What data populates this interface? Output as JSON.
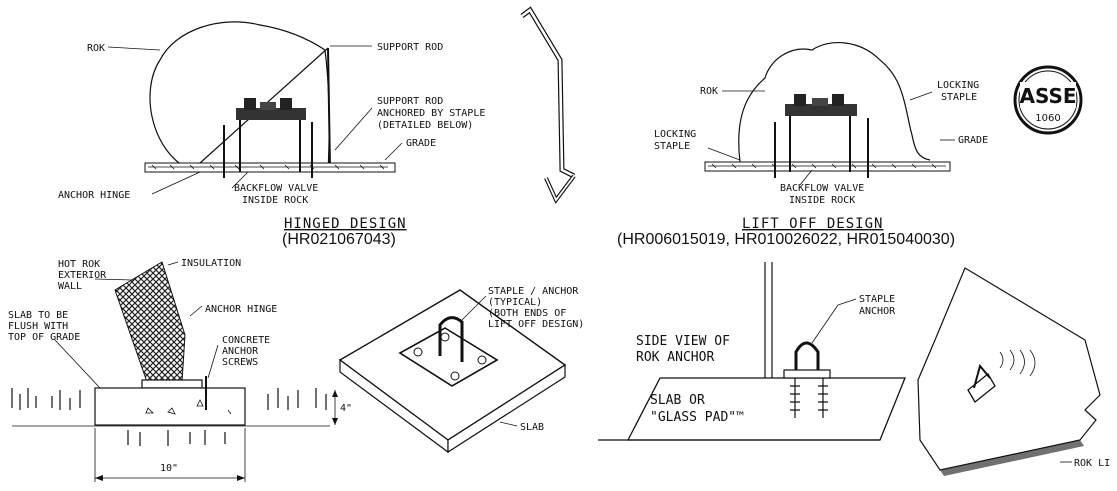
{
  "hinged": {
    "rok": "ROK",
    "support_rod": "SUPPORT ROD",
    "support_rod_anchored_1": "SUPPORT ROD",
    "support_rod_anchored_2": "ANCHORED BY STAPLE",
    "support_rod_anchored_3": "(DETAILED BELOW)",
    "grade": "GRADE",
    "anchor_hinge": "ANCHOR HINGE",
    "backflow_1": "BACKFLOW VALVE",
    "backflow_2": "INSIDE ROCK",
    "title": "HINGED DESIGN",
    "code": "(HR021067043)"
  },
  "liftoff": {
    "rok": "ROK",
    "locking_staple_right_1": "LOCKING",
    "locking_staple_right_2": "STAPLE",
    "locking_staple_left_1": "LOCKING",
    "locking_staple_left_2": "STAPLE",
    "grade": "GRADE",
    "backflow_1": "BACKFLOW VALVE",
    "backflow_2": "INSIDE ROCK",
    "title": "LIFT OFF DESIGN",
    "code": "(HR006015019, HR010026022, HR015040030)"
  },
  "logo": {
    "text": "ASSE",
    "number": "1060"
  },
  "hinge_detail": {
    "exterior_1": "HOT ROK",
    "exterior_2": "EXTERIOR",
    "exterior_3": "WALL",
    "insulation": "INSULATION",
    "anchor_hinge": "ANCHOR HINGE",
    "slab_1": "SLAB TO BE",
    "slab_2": "FLUSH WITH",
    "slab_3": "TOP OF GRADE",
    "concrete_1": "CONCRETE",
    "concrete_2": "ANCHOR",
    "concrete_3": "SCREWS",
    "depth": "4\"",
    "width": "10\""
  },
  "staple_detail": {
    "label_1": "STAPLE / ANCHOR",
    "label_2": "(TYPICAL)",
    "label_3": "(BOTH ENDS OF",
    "label_4": "LIFT OFF DESIGN)",
    "slab": "SLAB"
  },
  "side_view": {
    "title_1": "SIDE VIEW OF",
    "title_2": "ROK ANCHOR",
    "staple_1": "STAPLE",
    "staple_2": "ANCHOR",
    "slab_1": "SLAB OR",
    "slab_2": "\"GLASS PAD\"™"
  },
  "rok_lid": {
    "label": "ROK LI"
  }
}
